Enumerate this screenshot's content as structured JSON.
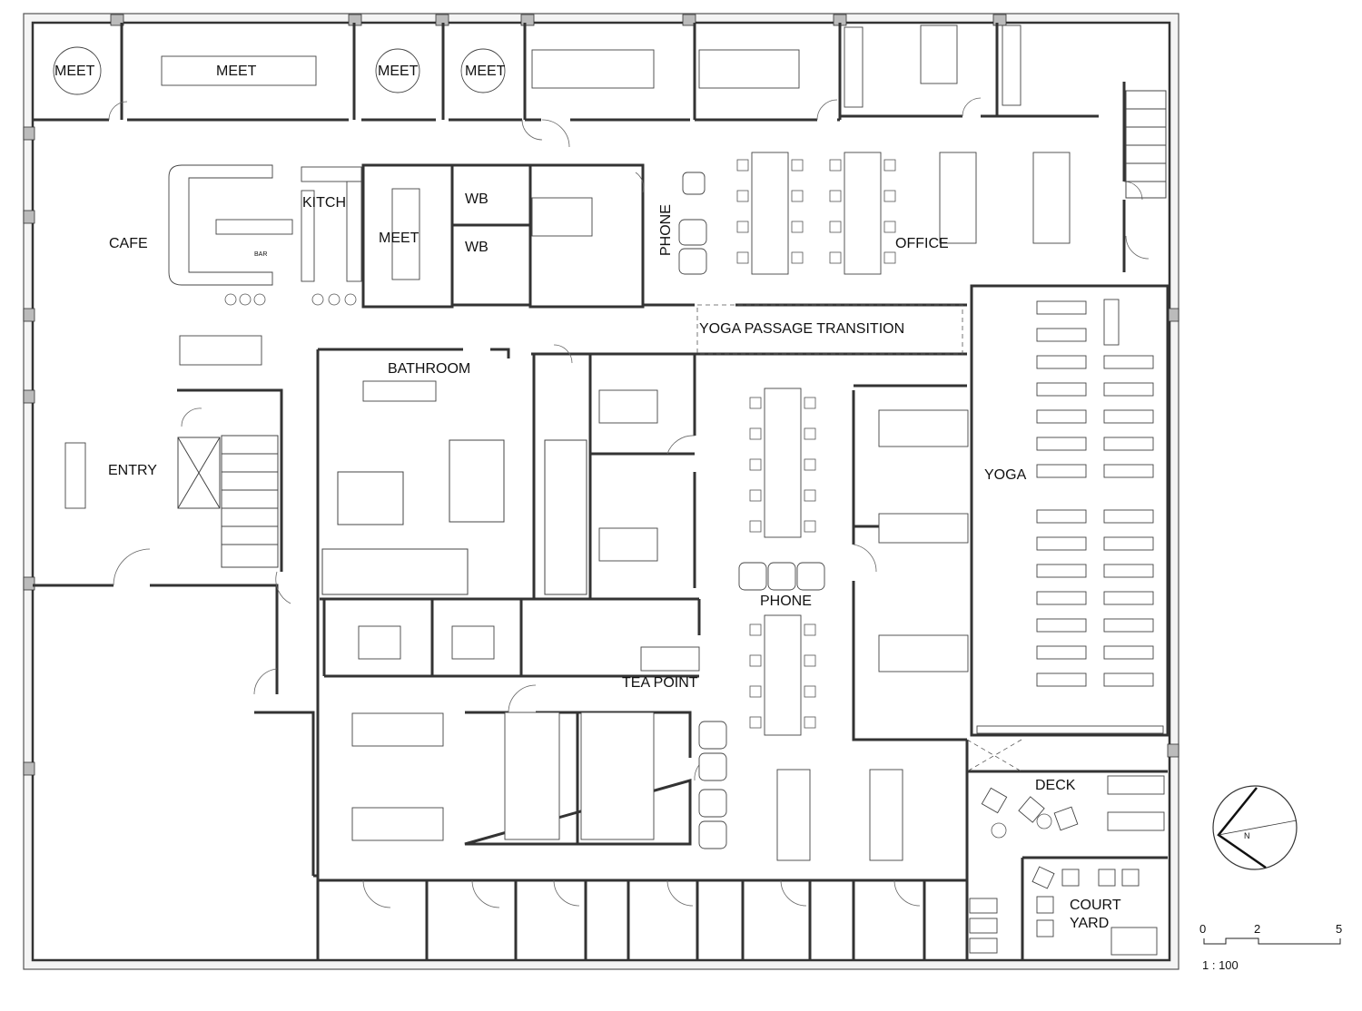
{
  "rooms": {
    "meet_1": "MEET",
    "meet_2": "MEET",
    "meet_3": "MEET",
    "meet_4": "MEET",
    "meet_5": "MEET",
    "cafe": "CAFE",
    "kitch": "KITCH",
    "bar": "BAR",
    "wb_1": "WB",
    "wb_2": "WB",
    "phone_1": "PHONE",
    "phone_2": "PHONE",
    "office": "OFFICE",
    "yoga_passage": "YOGA PASSAGE TRANSITION",
    "bathroom": "BATHROOM",
    "entry": "ENTRY",
    "yoga": "YOGA",
    "tea_point": "TEA POINT",
    "deck": "DECK",
    "court_yard_1": "COURT",
    "court_yard_2": "YARD"
  },
  "compass": {
    "north": "N"
  },
  "scale_bar": {
    "tick_0": "0",
    "tick_2": "2",
    "tick_5": "5",
    "ratio": "1 : 100"
  }
}
